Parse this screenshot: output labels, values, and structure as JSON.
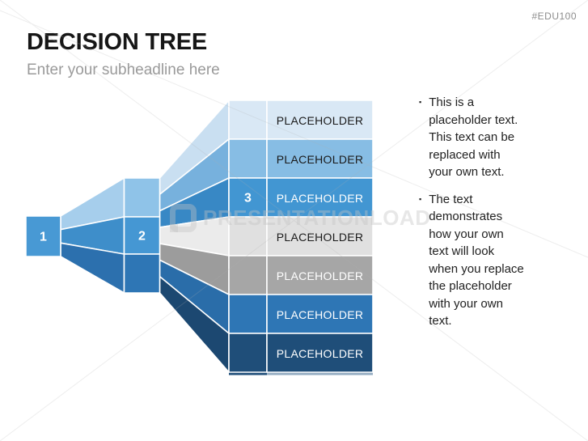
{
  "meta": {
    "product_code": "#EDU100"
  },
  "header": {
    "title": "DECISION TREE",
    "subheadline": "Enter your subheadline here"
  },
  "diagram": {
    "node1": {
      "label": "1"
    },
    "node2": {
      "label": "2"
    },
    "node3": {
      "label": "3"
    },
    "rows": [
      {
        "label": "PLACEHOLDER"
      },
      {
        "label": "PLACEHOLDER"
      },
      {
        "label": "PLACEHOLDER"
      },
      {
        "label": "PLACEHOLDER"
      },
      {
        "label": "PLACEHOLDER"
      },
      {
        "label": "PLACEHOLDER"
      },
      {
        "label": "PLACEHOLDER"
      }
    ],
    "palette": {
      "node1_bg": "#4899D4",
      "node2_seg_top": "#8FC3E8",
      "node2_seg_mid": "#4597D3",
      "node2_seg_bottom": "#2E76B5",
      "wedge_l1_top": "#A6CEEC",
      "wedge_l1_mid": "#3E8ECA",
      "wedge_l1_bottom": "#2C70AE",
      "row1_bg": "#D9E8F5",
      "row2_bg": "#87BDE4",
      "row3_bg": "#4296D2",
      "row4_bg": "#E0E0E0",
      "row5_bg": "#A6A6A6",
      "row6_bg": "#2E76B5",
      "row7_bg": "#1F4E79",
      "wedge_r1": "#C9DFF1",
      "wedge_r2": "#77B1DD",
      "wedge_r3": "#3888C5",
      "wedge_r4": "#EBEBEB",
      "wedge_r5": "#9C9C9C",
      "wedge_r6": "#2A6DA9",
      "wedge_r7": "#1C4871",
      "row1_fg": "#1A1A1A",
      "row2_fg": "#1A1A1A",
      "row3_fg": "#FFFFFF",
      "row4_fg": "#1A1A1A",
      "row5_fg": "#FFFFFF",
      "row6_fg": "#FFFFFF",
      "row7_fg": "#FFFFFF",
      "node_fg": "#FFFFFF",
      "bottom_edge": "#93ABC1"
    }
  },
  "bullets": {
    "marker": "▪",
    "items": [
      {
        "text": [
          "This is a",
          "placeholder text.",
          "This text can be",
          "replaced with",
          "your own text."
        ]
      },
      {
        "text": [
          "The text",
          "demonstrates",
          "how your own",
          "text will look",
          "when you replace",
          "the placeholder",
          "with your own",
          "text."
        ]
      }
    ]
  },
  "watermark": {
    "text": "PRESENTATIONLOAD"
  }
}
